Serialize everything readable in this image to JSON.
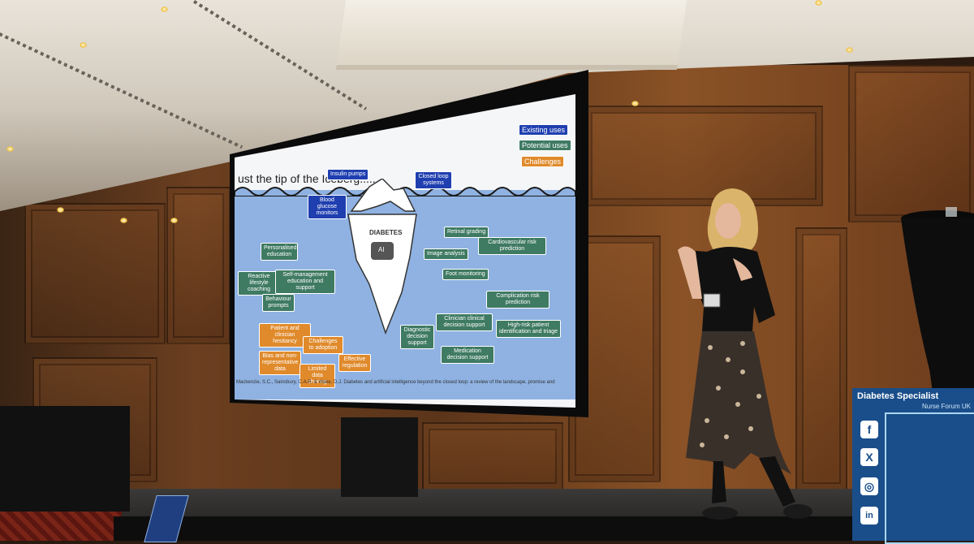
{
  "slide": {
    "title": "ust the tip of the Iceberg.....",
    "legend": {
      "existing": "Existing uses",
      "potential": "Potential uses",
      "challenges": "Challenges"
    },
    "colors": {
      "existing": "#1f3fb0",
      "potential": "#3f7a63",
      "challenges": "#e08a2b",
      "sea": "#8fb2e2"
    },
    "iceberg_label": "DIABETES",
    "iceberg_chip": "AI",
    "above_water": [
      "Insulin pumps",
      "Closed loop systems",
      "Blood glucose monitors"
    ],
    "left_tags": [
      "Personalised education",
      "Reactive lifestyle coaching",
      "Self-management education and support",
      "Behaviour prompts"
    ],
    "image_tags": [
      "Retinal grading",
      "Image analysis",
      "Cardiovascular risk prediction",
      "Foot monitoring"
    ],
    "clinical_tags": [
      "Complication risk prediction",
      "Clinician clinical decision support",
      "Diagnostic decision support",
      "High-risk patient identification and triage",
      "Medication decision support"
    ],
    "challenge_tags": [
      "Patient and clinician hesitancy",
      "Challenges to adoption",
      "Bias and non-representative data",
      "Effective regulation",
      "Limited data sharing"
    ],
    "reference": "Mackenzie, S.C., Sainsbury, C.A.R. & Wake, D.J. Diabetes and artificial intelligence beyond the closed loop: a review of the landscape, promise and"
  },
  "banner": {
    "title": "Diabetes Specialist",
    "subtitle": "Nurse Forum UK",
    "icons": [
      "facebook-icon",
      "x-icon",
      "instagram-icon",
      "linkedin-icon"
    ],
    "glyphs": [
      "f",
      "X",
      "◎",
      "in"
    ]
  }
}
